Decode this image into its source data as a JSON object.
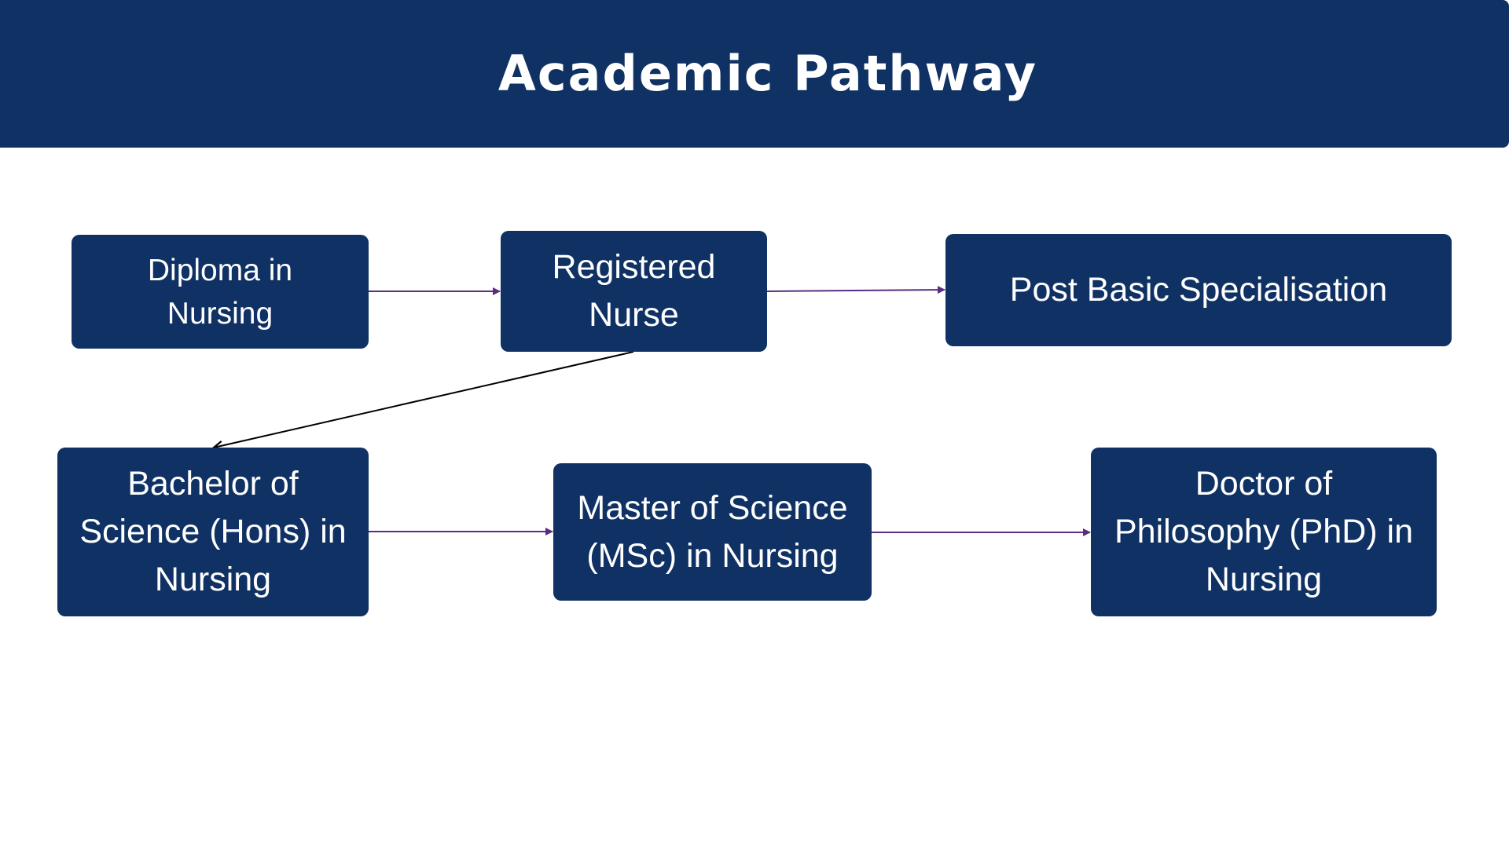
{
  "header": {
    "title": "Academic Pathway"
  },
  "colors": {
    "header_bg": "#0f3163",
    "node_bg": "#0f3163",
    "node_text": "#ffffff",
    "arrow_primary": "#5b2c83",
    "arrow_secondary": "#000000"
  },
  "nodes": {
    "diploma": {
      "label": "Diploma in\nNursing"
    },
    "rn": {
      "label": "Registered\nNurse"
    },
    "post_basic": {
      "label": "Post Basic Specialisation"
    },
    "bsc": {
      "label": "Bachelor of\nScience (Hons) in\nNursing"
    },
    "msc": {
      "label": "Master of Science\n(MSc) in Nursing"
    },
    "phd": {
      "label": "Doctor of\nPhilosophy (PhD) in\nNursing"
    }
  },
  "edges": [
    {
      "from": "diploma",
      "to": "rn",
      "style": "primary"
    },
    {
      "from": "rn",
      "to": "post_basic",
      "style": "primary"
    },
    {
      "from": "rn",
      "to": "bsc",
      "style": "secondary"
    },
    {
      "from": "bsc",
      "to": "msc",
      "style": "primary"
    },
    {
      "from": "msc",
      "to": "phd",
      "style": "primary"
    }
  ]
}
